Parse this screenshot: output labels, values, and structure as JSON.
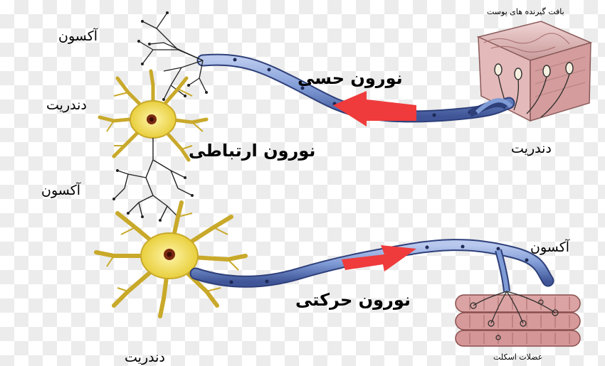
{
  "labels": {
    "axon_top": "آکسون",
    "dendrite_top_left": "دندریت",
    "sensory_neuron": "نورون حسی",
    "interneuron": "نورون ارتباطی",
    "dendrite_right": "دندریت",
    "skin_tissue": "بافت گیرنده های پوست",
    "axon_middle_left": "آکسون",
    "axon_right": "آکسون",
    "motor_neuron": "نورون حرکتی",
    "dendrite_bottom": "دندریت",
    "skeletal_muscle": "عضلات اسکلت"
  },
  "colors": {
    "axon_fill": "#7f9bd6",
    "axon_stroke": "#2e3f7a",
    "cell_body": "#f4e25a",
    "nucleus": "#7a2a12",
    "sensory_arrow": "#ef3b3b",
    "motor_arrow": "#ef3b3b",
    "skin": "#d9a9a9",
    "muscle": "#d9a0a0"
  }
}
